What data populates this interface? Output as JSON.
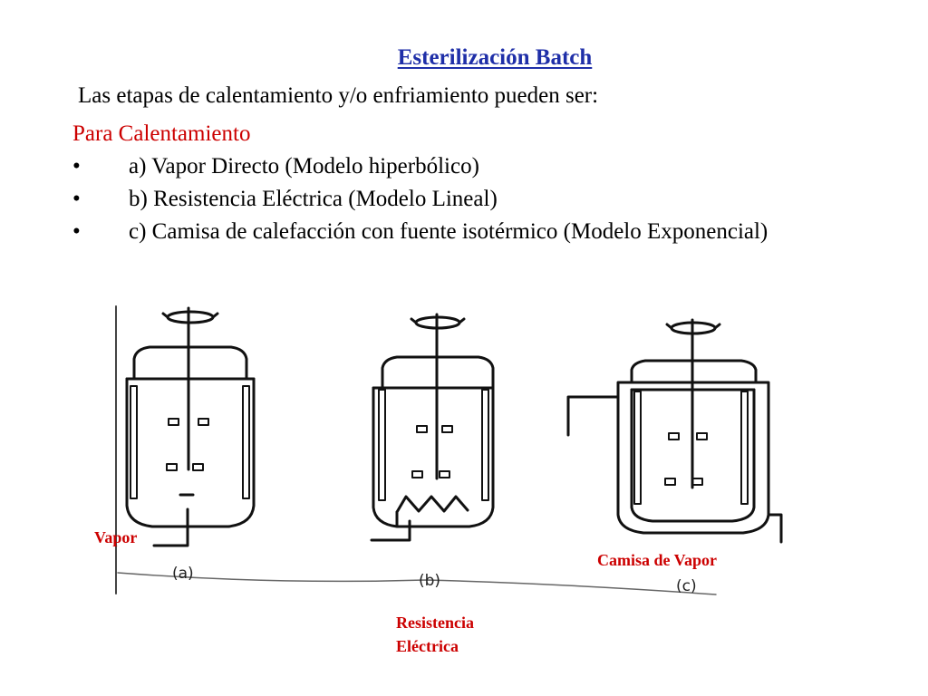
{
  "title": "Esterilización Batch",
  "subtitle": "Las etapas de calentamiento y/o enfriamiento pueden ser:",
  "section": "Para Calentamiento",
  "bullets": [
    {
      "marker": "•",
      "text": "a)  Vapor Directo (Modelo hiperbólico)"
    },
    {
      "marker": "•",
      "text": "b)  Resistencia Eléctrica (Modelo Lineal)"
    },
    {
      "marker": "•",
      "text": "c)  Camisa de calefacción con fuente isotérmico (Modelo Exponencial)"
    }
  ],
  "diagram": {
    "labels": [
      "(a)",
      "(b)",
      "(c)"
    ],
    "captions": {
      "vapor": "Vapor",
      "resistencia_line1": "Resistencia",
      "resistencia_line2": "Eléctrica",
      "camisa": "Camisa de Vapor"
    }
  },
  "colors": {
    "title": "#1f2fa8",
    "accent": "#cc0000"
  }
}
